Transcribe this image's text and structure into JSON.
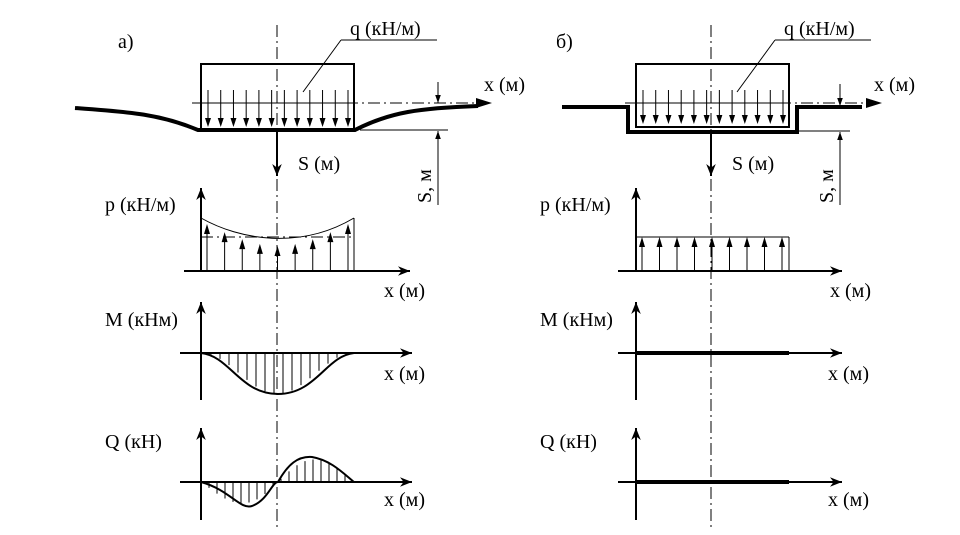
{
  "panels": {
    "a": {
      "tag": "а)",
      "load_label": "q (кН/м)",
      "axis_x": "x (м)",
      "axis_s": "S (м)",
      "settlement": "S, м",
      "pressure_axis": "p (кН/м)",
      "pressure_x": "x (м)",
      "moment_axis": "M (кНм)",
      "moment_x": "x (м)",
      "shear_axis": "Q (кН)",
      "shear_x": "x (м)"
    },
    "b": {
      "tag": "б)",
      "load_label": "q (кН/м)",
      "axis_x": "x (м)",
      "axis_s": "S (м)",
      "settlement": "S, м",
      "pressure_axis": "p (кН/м)",
      "pressure_x": "x (м)",
      "moment_axis": "M (кНм)",
      "moment_x": "x (м)",
      "shear_axis": "Q (кН)",
      "shear_x": "x (м)"
    }
  }
}
